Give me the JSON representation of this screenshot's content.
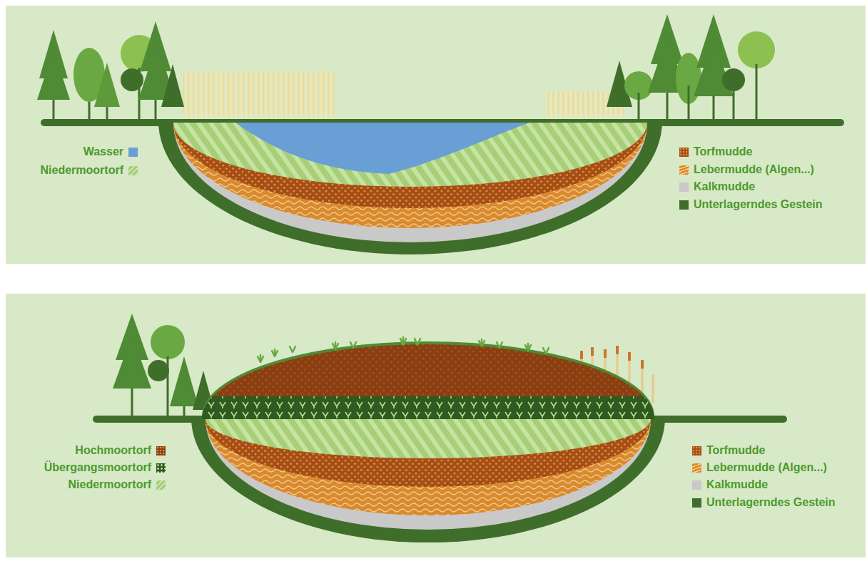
{
  "diagram": {
    "legend": [
      {
        "text": "Wasser",
        "color": "#6a9fd6"
      },
      {
        "text": "Niedermoortorf",
        "color": "#a6cf78"
      },
      {
        "text": "Torfmudde",
        "color": "#a24e16"
      },
      {
        "text": "Lebermudde (Algen...)",
        "color": "#d98a2e"
      },
      {
        "text": "Kalkmudde",
        "color": "#c9c9c9"
      },
      {
        "text": "Unterlagerndes Gestein",
        "color": "#3f6e2a"
      },
      {
        "text": "Hochmoortorf",
        "color": "#8a3f12"
      },
      {
        "text": "Übergangsmoortorf",
        "color": "#2f5a22"
      },
      {
        "text": "Niedermoortorf",
        "color": "#a6cf78"
      },
      {
        "text": "Torfmudde",
        "color": "#a24e16"
      },
      {
        "text": "Lebermudde (Algen...)",
        "color": "#d98a2e"
      },
      {
        "text": "Kalkmudde",
        "color": "#c9c9c9"
      },
      {
        "text": "Unterlagerndes Gestein",
        "color": "#3f6e2a"
      }
    ]
  }
}
